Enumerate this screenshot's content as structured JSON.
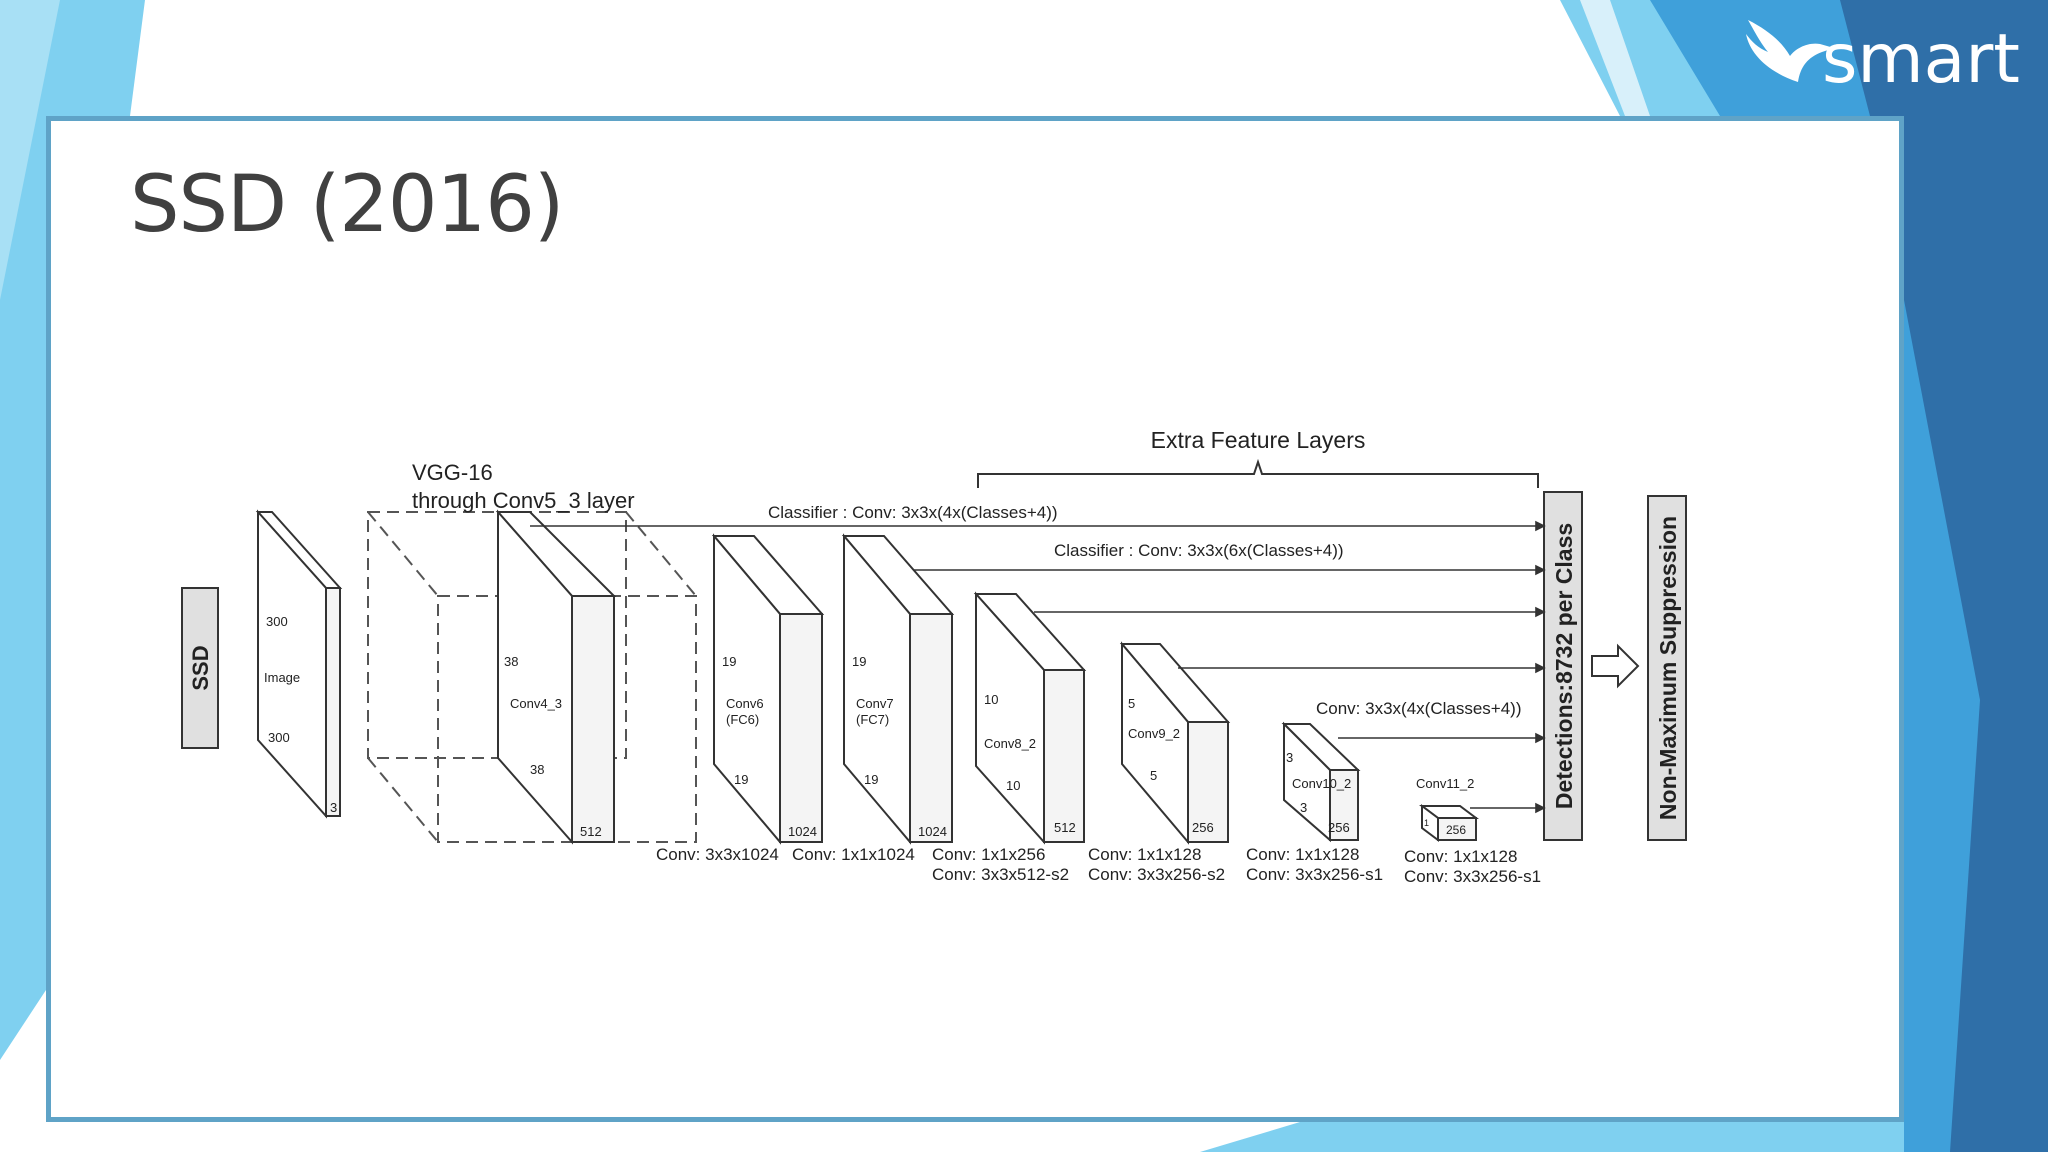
{
  "slide": {
    "title": "SSD (2016)",
    "brand": "smart",
    "colors": {
      "frame": "#5fa3c7",
      "light_blue": "#7fd0f0",
      "mid_blue": "#3f9fd8",
      "dark_blue": "#2f6fa8"
    }
  },
  "diagram": {
    "ssd_label": "SSD",
    "vgg_label_line1": "VGG-16",
    "vgg_label_line2": "through Conv5_3 layer",
    "extra_layers_label": "Extra Feature Layers",
    "classifier_1": "Classifier : Conv: 3x3x(4x(Classes+4))",
    "classifier_2": "Classifier : Conv: 3x3x(6x(Classes+4))",
    "classifier_3": "Conv: 3x3x(4x(Classes+4))",
    "detections_label": "Detections:8732  per Class",
    "nms_label": "Non-Maximum Suppression",
    "image_block": {
      "dim_top": "300",
      "name": "Image",
      "dim_bottom": "300",
      "depth": "3"
    },
    "conv4_block": {
      "dim_top": "38",
      "name": "Conv4_3",
      "dim_bottom": "38",
      "depth": "512"
    },
    "conv6_block": {
      "dim_top": "19",
      "name_line1": "Conv6",
      "name_line2": "(FC6)",
      "dim_bottom": "19",
      "depth": "1024",
      "op": "Conv: 3x3x1024"
    },
    "conv7_block": {
      "dim_top": "19",
      "name_line1": "Conv7",
      "name_line2": "(FC7)",
      "dim_bottom": "19",
      "depth": "1024",
      "op": "Conv: 1x1x1024"
    },
    "conv8_block": {
      "dim_top": "10",
      "name": "Conv8_2",
      "dim_bottom": "10",
      "depth": "512",
      "op1": "Conv: 1x1x256",
      "op2": "Conv:  3x3x512-s2"
    },
    "conv9_block": {
      "dim_top": "5",
      "name": "Conv9_2",
      "dim_bottom": "5",
      "depth": "256",
      "op1": "Conv: 1x1x128",
      "op2": "Conv: 3x3x256-s2"
    },
    "conv10_block": {
      "dim_top": "3",
      "name": "Conv10_2",
      "dim_bottom": "3",
      "depth": "256",
      "op1": "Conv: 1x1x128",
      "op2": "Conv: 3x3x256-s1"
    },
    "conv11_block": {
      "dim_top": "1",
      "name": "Conv11_2",
      "depth": "256",
      "op1": "Conv: 1x1x128",
      "op2": "Conv: 3x3x256-s1"
    }
  }
}
